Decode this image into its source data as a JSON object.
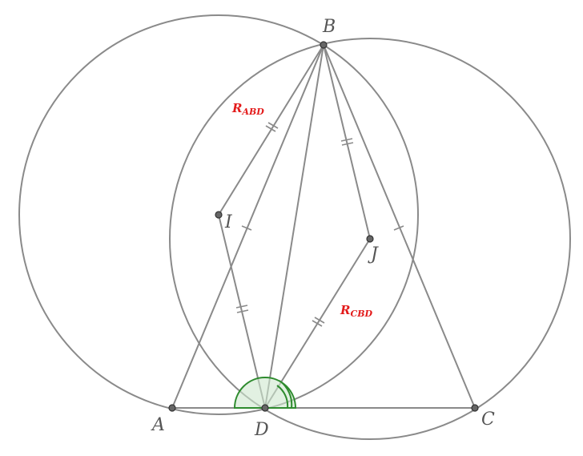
{
  "diagram": {
    "points": {
      "A": {
        "label": "A"
      },
      "B": {
        "label": "B"
      },
      "C": {
        "label": "C"
      },
      "D": {
        "label": "D"
      },
      "I": {
        "label": "I"
      },
      "J": {
        "label": "J"
      }
    },
    "radius_labels": {
      "abd": {
        "main": "R",
        "sub": "ABD"
      },
      "cbd": {
        "main": "R",
        "sub": "CBD"
      }
    },
    "colors": {
      "stroke": "#8a8a8a",
      "accent_red": "#e31b1b",
      "angle_green": "#2e8b2e"
    }
  }
}
